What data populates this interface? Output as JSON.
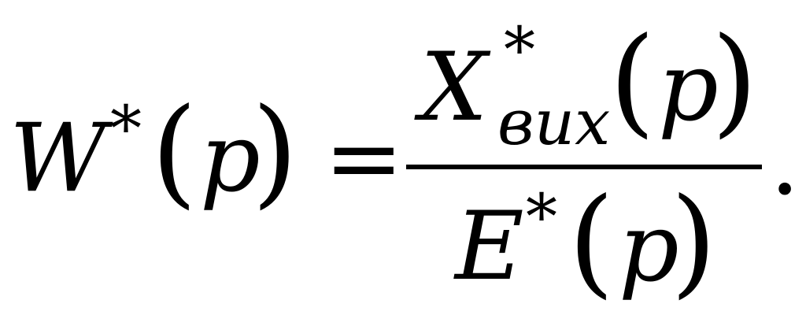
{
  "formula": {
    "lhs": {
      "var": "W",
      "star": "*",
      "open": "(",
      "arg": "p",
      "close": ")"
    },
    "equals": "=",
    "numerator": {
      "var": "X",
      "star": "*",
      "subscript": "вих",
      "open": "(",
      "arg": "p",
      "close": ")"
    },
    "denominator": {
      "var": "E",
      "star": "*",
      "open": "(",
      "arg": "p",
      "close": ")"
    },
    "period": "."
  }
}
